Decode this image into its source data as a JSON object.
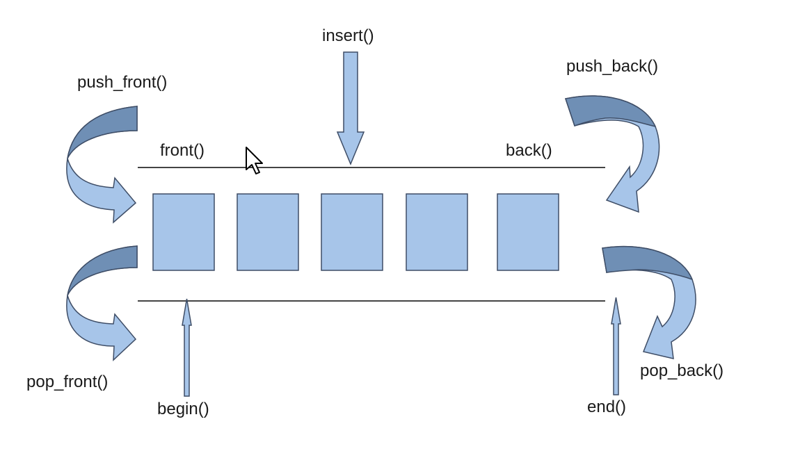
{
  "labels": {
    "insert": "insert()",
    "push_front": "push_front()",
    "push_back": "push_back()",
    "front": "front()",
    "back": "back()",
    "pop_front": "pop_front()",
    "pop_back": "pop_back()",
    "begin": "begin()",
    "end": "end()"
  },
  "elements": {
    "count": 5
  },
  "colors": {
    "fill": "#a7c5e9",
    "fill_dark": "#6f8fb5",
    "stroke": "#3e4d66",
    "line": "#444444",
    "text": "#1a1a1a"
  },
  "icons": {
    "cursor": "mouse-pointer-icon"
  }
}
